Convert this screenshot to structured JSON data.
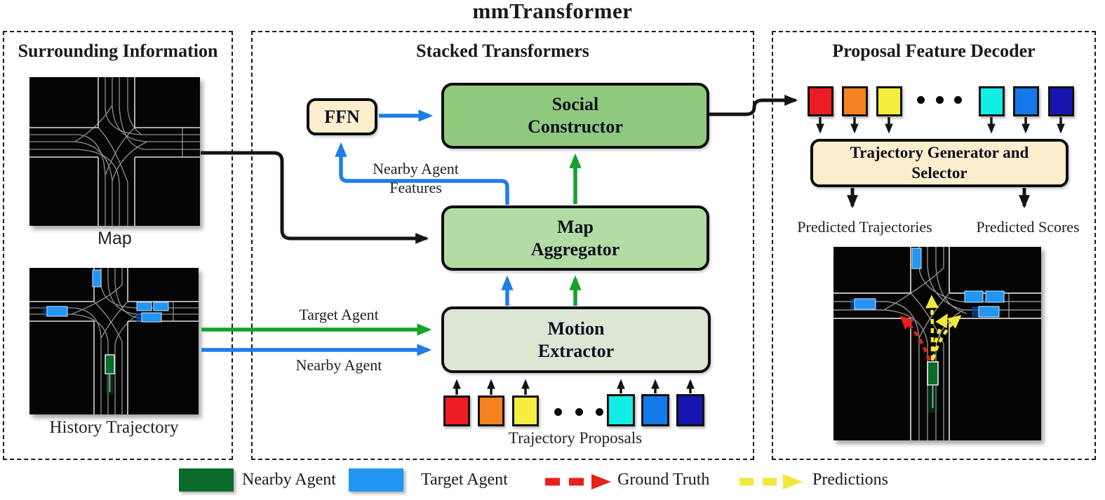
{
  "title": "mmTransformer",
  "colors": {
    "arrow_blue": "#1f7de8",
    "arrow_green": "#14a12c",
    "arrow_black": "#141414",
    "ffn_fill": "#faeecd",
    "social_constructor_fill": "#8fc97e",
    "map_aggregator_fill": "#b2dca3",
    "motion_extractor_fill": "#dae7d4",
    "generator_fill": "#faeecd",
    "ground_truth_red": "#e8201c",
    "predictions_yellow": "#f2e73c"
  },
  "proposal_colors": [
    "#ee1c25",
    "#f58220",
    "#f5ee3f",
    "#12eee6",
    "#1378e8",
    "#1515b2"
  ],
  "panels": {
    "surrounding": {
      "header": "Surrounding Information",
      "map_caption": "Map",
      "history_caption": "History Trajectory"
    },
    "stacked": {
      "header": "Stacked Transformers",
      "ffn_label": "FFN",
      "social_constructor_lines": [
        "Social",
        "Constructor"
      ],
      "map_aggregator_lines": [
        "Map",
        "Aggregator"
      ],
      "motion_extractor_lines": [
        "Motion",
        "Extractor"
      ],
      "nearby_agent_features_lines": [
        "Nearby Agent",
        "Features"
      ],
      "target_agent_label": "Target Agent",
      "nearby_agent_label": "Nearby Agent",
      "trajectory_proposals_label": "Trajectory Proposals"
    },
    "decoder": {
      "header": "Proposal Feature Decoder",
      "generator_lines": [
        "Trajectory Generator and",
        "Selector"
      ],
      "predicted_trajectories_label": "Predicted Trajectories",
      "predicted_scores_label": "Predicted Scores"
    }
  },
  "legend": {
    "items": [
      {
        "label": "Nearby Agent",
        "color": "#0a6b2a",
        "type": "swatch"
      },
      {
        "label": "Target Agent",
        "color": "#2196f3",
        "type": "swatch"
      },
      {
        "label": "Ground Truth",
        "color": "#e8201c",
        "type": "dashed-arrow"
      },
      {
        "label": "Predictions",
        "color": "#f2e73c",
        "type": "dashed-arrow"
      }
    ]
  }
}
